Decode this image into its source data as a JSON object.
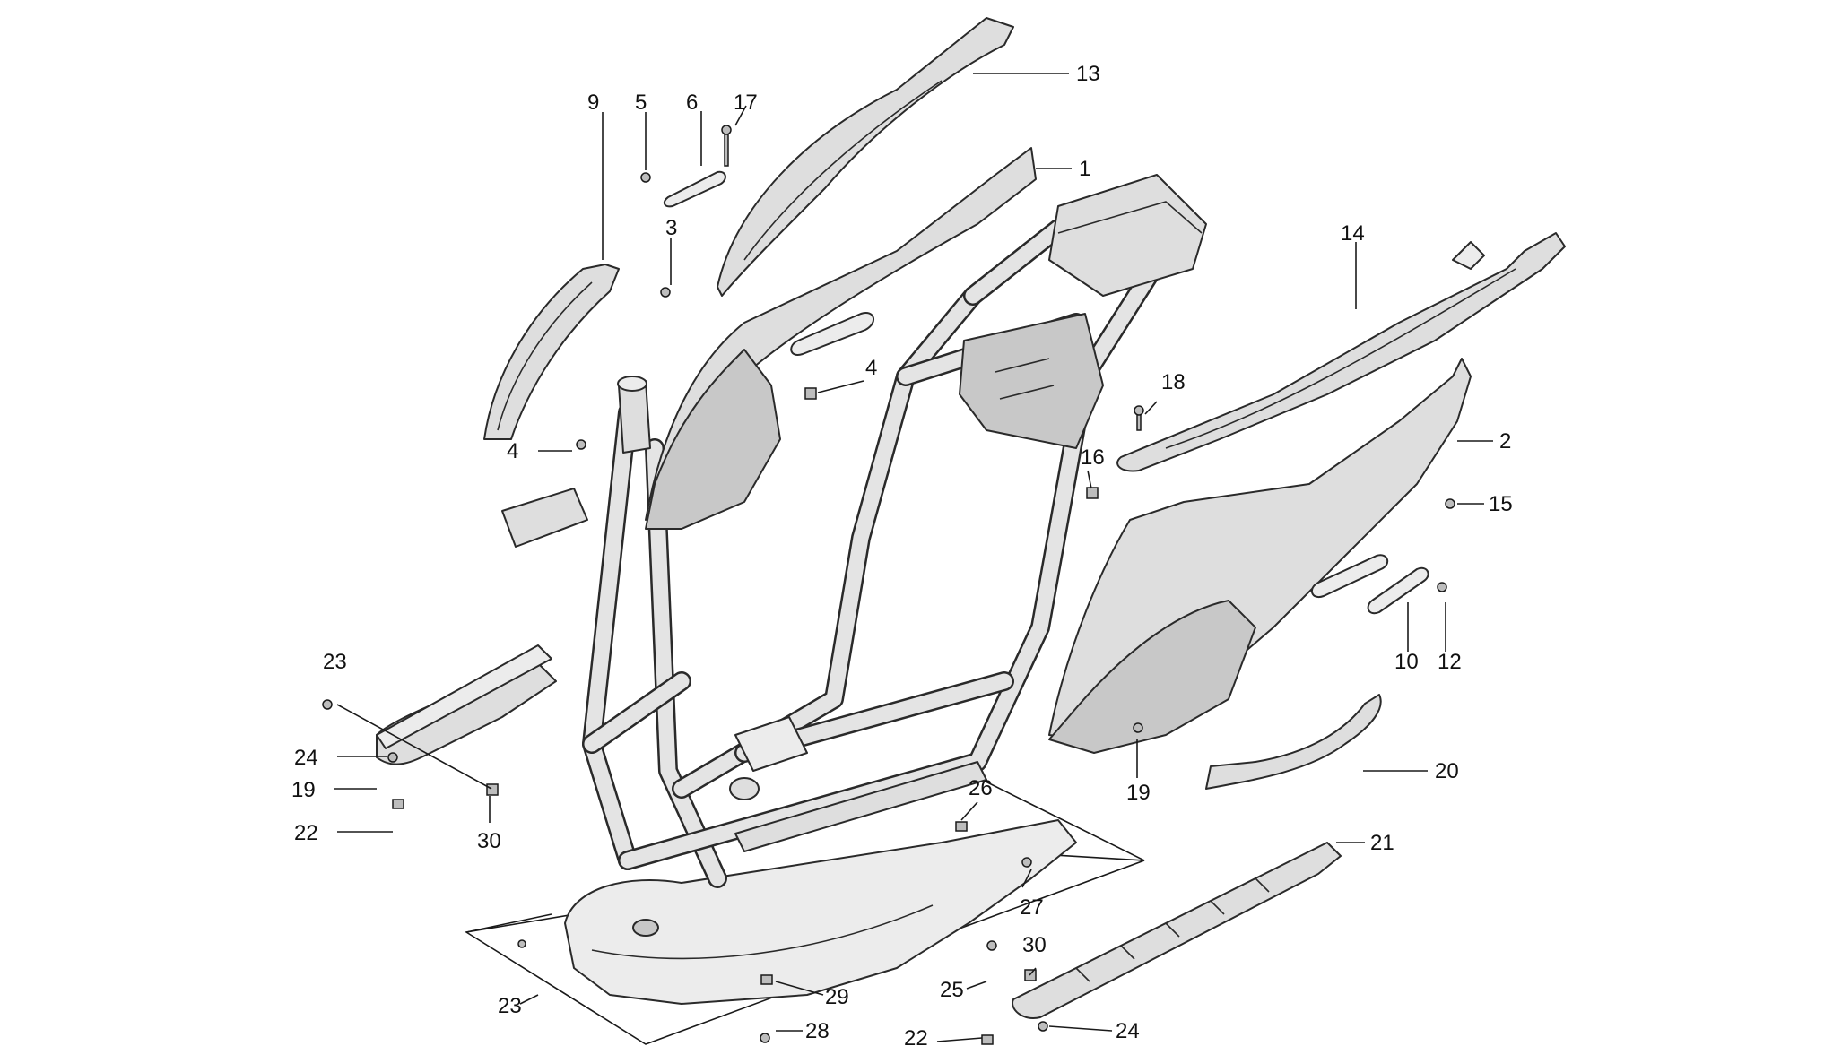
{
  "callouts": [
    {
      "id": "c1",
      "label": "1"
    },
    {
      "id": "c2",
      "label": "2"
    },
    {
      "id": "c3",
      "label": "3"
    },
    {
      "id": "c4a",
      "label": "4"
    },
    {
      "id": "c4b",
      "label": "4"
    },
    {
      "id": "c5",
      "label": "5"
    },
    {
      "id": "c6",
      "label": "6"
    },
    {
      "id": "c9",
      "label": "9"
    },
    {
      "id": "c10",
      "label": "10"
    },
    {
      "id": "c12",
      "label": "12"
    },
    {
      "id": "c13",
      "label": "13"
    },
    {
      "id": "c14",
      "label": "14"
    },
    {
      "id": "c15",
      "label": "15"
    },
    {
      "id": "c16",
      "label": "16"
    },
    {
      "id": "c17",
      "label": "17"
    },
    {
      "id": "c18",
      "label": "18"
    },
    {
      "id": "c19a",
      "label": "19"
    },
    {
      "id": "c19b",
      "label": "19"
    },
    {
      "id": "c20",
      "label": "20"
    },
    {
      "id": "c21",
      "label": "21"
    },
    {
      "id": "c22a",
      "label": "22"
    },
    {
      "id": "c22b",
      "label": "22"
    },
    {
      "id": "c23a",
      "label": "23"
    },
    {
      "id": "c23b",
      "label": "23"
    },
    {
      "id": "c24a",
      "label": "24"
    },
    {
      "id": "c24b",
      "label": "24"
    },
    {
      "id": "c25",
      "label": "25"
    },
    {
      "id": "c26",
      "label": "26"
    },
    {
      "id": "c27",
      "label": "27"
    },
    {
      "id": "c28",
      "label": "28"
    },
    {
      "id": "c29",
      "label": "29"
    },
    {
      "id": "c30a",
      "label": "30"
    },
    {
      "id": "c30b",
      "label": "30"
    }
  ]
}
